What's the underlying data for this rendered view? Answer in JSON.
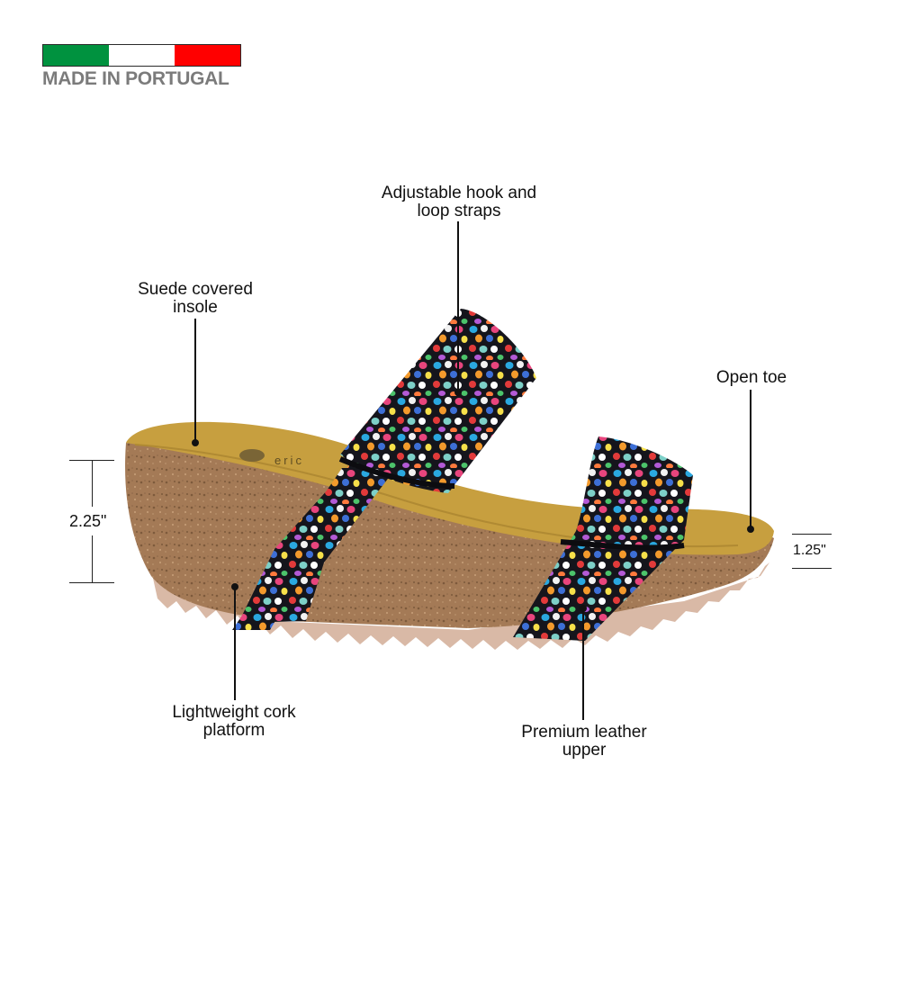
{
  "badge": {
    "flag_colors": [
      "#00923f",
      "#ffffff",
      "#ff0000"
    ],
    "text": "MADE IN PORTUGAL"
  },
  "product": {
    "insole_brand": "eric",
    "colors": {
      "cork": "#a47a56",
      "insole": "#c79f3f",
      "sole": "#d9b9a6",
      "strap_base": "#1a1a22"
    }
  },
  "callouts": {
    "straps": "Adjustable hook and\nloop straps",
    "insole": "Suede covered\ninsole",
    "open_toe": "Open toe",
    "platform": "Lightweight cork\nplatform",
    "upper": "Premium leather\nupper"
  },
  "dimensions": {
    "heel_height": "2.25\"",
    "toe_height": "1.25\""
  }
}
